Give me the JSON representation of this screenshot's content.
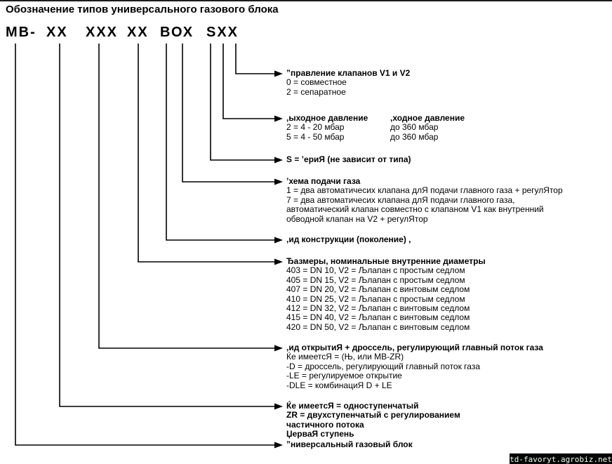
{
  "title": "Обозначение типов универсального газового блока",
  "code": {
    "segments": [
      "МВ-",
      "ХХ",
      "ХХХ",
      "ХХ",
      "ВОХ",
      "SХХ"
    ]
  },
  "legend": {
    "valve_control": {
      "header": "”правление клапанов V1 и V2",
      "lines": [
        "0 = совместное",
        "2 = сепаратное"
      ]
    },
    "pressure": {
      "header_left": ",ыходное давление",
      "header_right": ",ходное давление",
      "rows": [
        {
          "left": "2 = 4 - 20 мбар",
          "right": "до 360 мбар"
        },
        {
          "left": "5 = 4 - 50 мбар",
          "right": "до 360 мбар"
        }
      ]
    },
    "series": {
      "header": "S = ’ериЯ (не зависит от типа)"
    },
    "gas_scheme": {
      "header": "’хема подачи газа",
      "lines": [
        "1 = два автоматичесих клапана длЯ подачи главного газа + регулЯтор",
        "7 = два автоматичесих клапана длЯ подачи главного газа,",
        "автоматический клапан совместно с клапаном V1 как внутренний",
        "обводной клапан на V2 + регулЯтор"
      ]
    },
    "generation": {
      "header": ",ид конструкции (поколение) ,"
    },
    "sizes": {
      "header": "Ђазмеры, номинальные внутренние диаметры",
      "lines": [
        "403 = DN 10, V2 = Љлапан с простым седлом",
        "405 = DN 15, V2 = Љлапан с простым седлом",
        "407 = DN 20, V2 = Љлапан с винтовым седлом",
        "410 = DN 25, V2 = Љлапан с простым седлом",
        "412 = DN 32, V2 = Љлапан с винтовым седлом",
        "415 = DN 40, V2 = Љлапан с винтовым седлом",
        "420 = DN 50, V2 = Љлапан с винтовым седлом"
      ]
    },
    "opening": {
      "header": ",ид открытиЯ + дроссель, регулирующий главный поток газа",
      "lines": [
        "Ќе имеетсЯ =  (Њ, или MB-ZR)",
        "-D = дроссель, регулирующий главный поток газа",
        "-LE = регулируемое открытие",
        "-DLE = комбинациЯ D + LE"
      ]
    },
    "stages": {
      "lines": [
        "Ќе имеетсЯ  = одноступенчатый",
        "ZR = двухступенчатый с регулированием",
        "частичного потока",
        "ЏерваЯ ступень"
      ]
    },
    "universal": {
      "header": "”ниверсальный газовый блок"
    }
  },
  "watermark": "td-favoryt.agrobiz.net"
}
